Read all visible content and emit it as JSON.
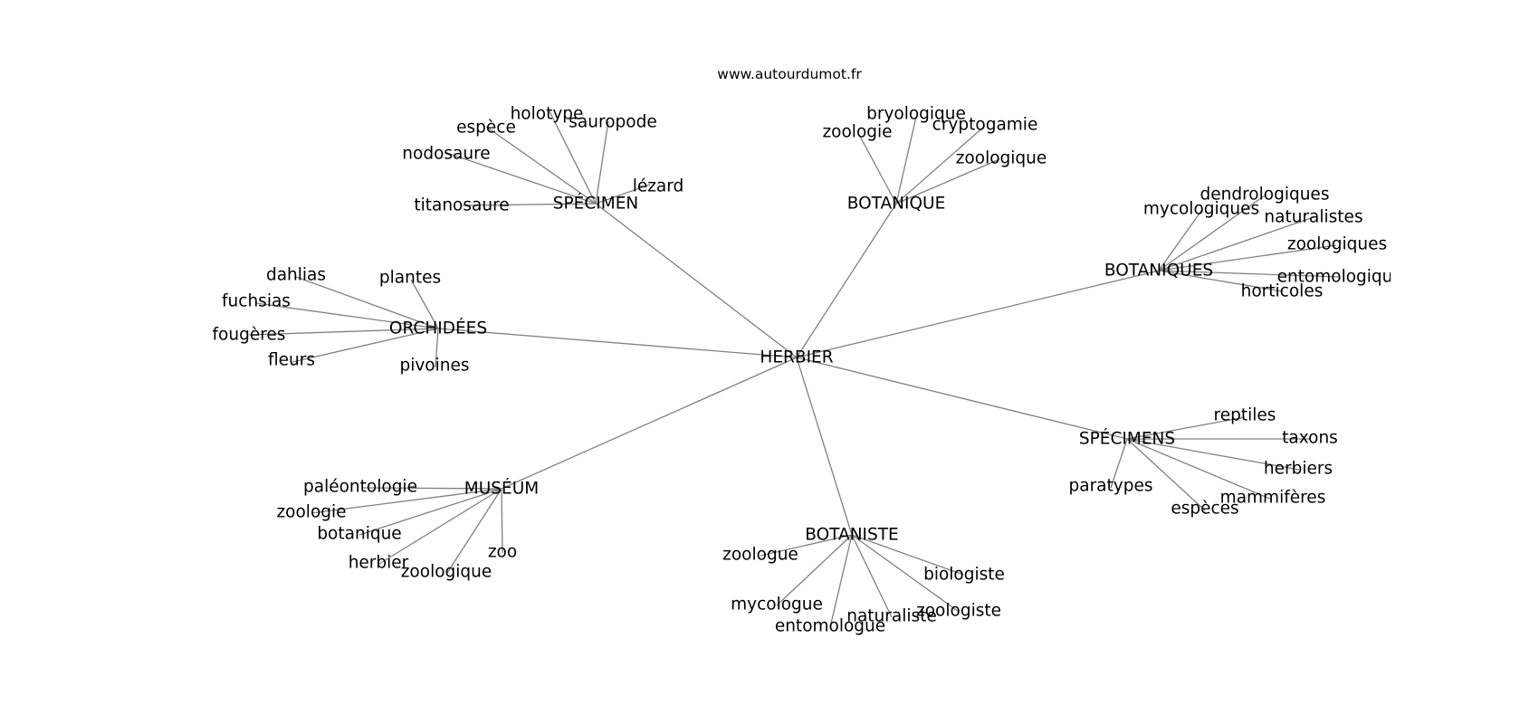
{
  "source": "www.autourdumot.fr",
  "graph": {
    "center": "HERBIER",
    "hubs": [
      {
        "label": "SPÉCIMEN",
        "leaves": [
          "holotype",
          "espèce",
          "sauropode",
          "nodosaure",
          "lézard",
          "titanosaure"
        ]
      },
      {
        "label": "BOTANIQUE",
        "leaves": [
          "bryologique",
          "zoologie",
          "cryptogamie",
          "zoologique"
        ]
      },
      {
        "label": "BOTANIQUES",
        "leaves": [
          "dendrologiques",
          "mycologiques",
          "naturalistes",
          "zoologiques",
          "entomologiques",
          "horticoles"
        ]
      },
      {
        "label": "ORCHIDÉES",
        "leaves": [
          "dahlias",
          "plantes",
          "fuchsias",
          "fougères",
          "fleurs",
          "pivoines"
        ]
      },
      {
        "label": "SPÉCIMENS",
        "leaves": [
          "reptiles",
          "taxons",
          "herbiers",
          "paratypes",
          "mammifères",
          "espèces"
        ]
      },
      {
        "label": "MUSÉUM",
        "leaves": [
          "paléontologie",
          "zoologie",
          "botanique",
          "zoo",
          "herbier",
          "zoologique"
        ]
      },
      {
        "label": "BOTANISTE",
        "leaves": [
          "zoologue",
          "biologiste",
          "mycologue",
          "zoologiste",
          "naturaliste",
          "entomologue"
        ]
      }
    ]
  }
}
